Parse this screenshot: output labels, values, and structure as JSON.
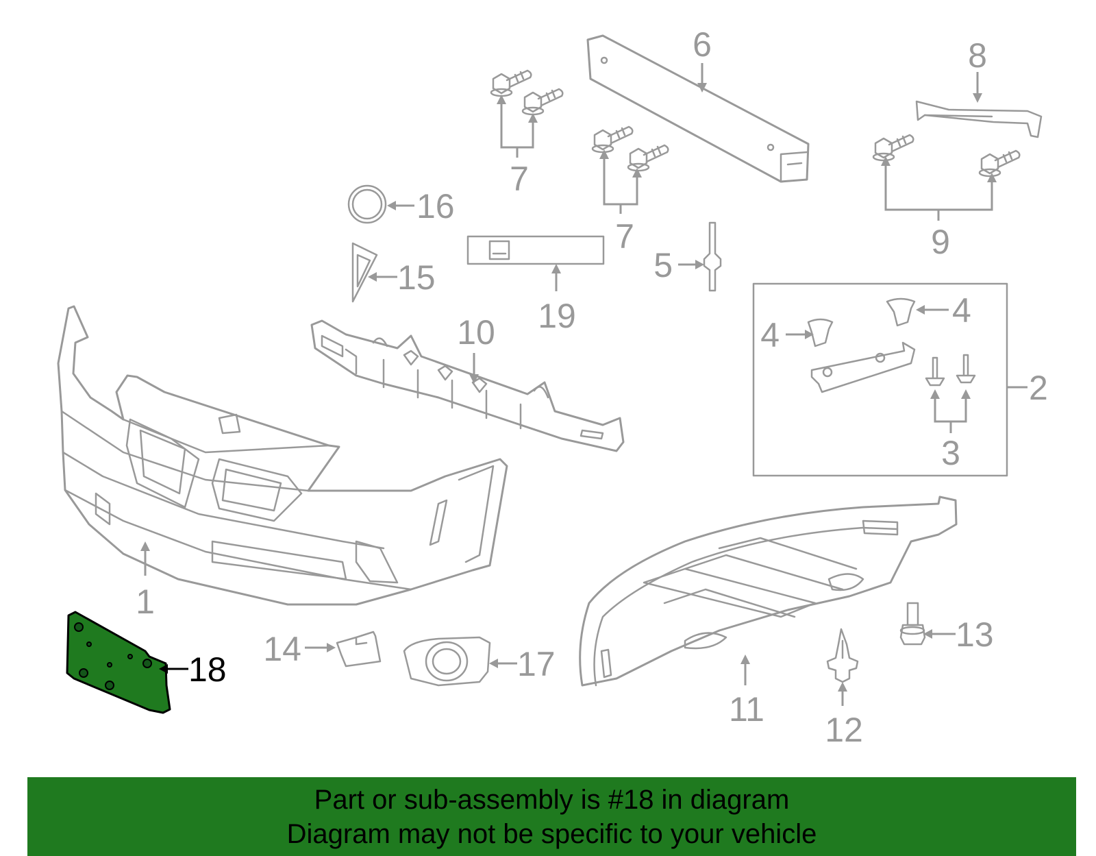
{
  "callouts": {
    "c1": "1",
    "c2": "2",
    "c3": "3",
    "c4a": "4",
    "c4b": "4",
    "c5": "5",
    "c6": "6",
    "c7a": "7",
    "c7b": "7",
    "c8": "8",
    "c9": "9",
    "c10": "10",
    "c11": "11",
    "c12": "12",
    "c13": "13",
    "c14": "14",
    "c15": "15",
    "c16": "16",
    "c17": "17",
    "c18": "18",
    "c19": "19"
  },
  "highlight": {
    "part_number": "18",
    "color": "#1f7a1f"
  },
  "line_color": "#999999",
  "banner": {
    "line1": "Part or sub-assembly is #18 in diagram",
    "line2": "Diagram may not be specific to your vehicle",
    "background": "#1f7a1f"
  }
}
